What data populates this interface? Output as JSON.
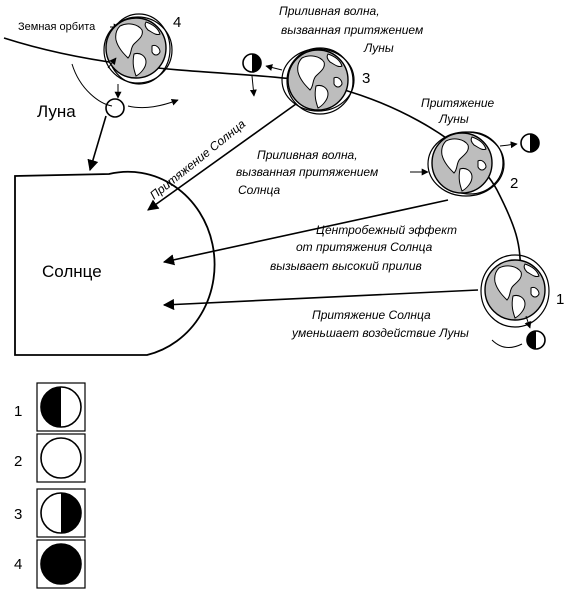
{
  "labels": {
    "earth_orbit": "Земная орбита",
    "moon": "Луна",
    "sun": "Солнце",
    "sun_pull": "Притяжение Солнца",
    "tide_moon": [
      "Приливная волна,",
      "вызванная притяжением",
      "Луны"
    ],
    "moon_pull": [
      "Притяжение",
      "Луны"
    ],
    "tide_sun": [
      "Приливная волна,",
      "вызванная притяжением",
      "Солнца"
    ],
    "centrifugal": [
      "Центробежный эффект",
      "от притяжения Солнца",
      "вызывает высокий прилив"
    ],
    "sun_reduces": [
      "Притяжение Солнца",
      "уменьшает воздействие Луны"
    ]
  },
  "positions": [
    "1",
    "2",
    "3",
    "4"
  ],
  "phases": [
    {
      "num": "1",
      "phase": "first-quarter"
    },
    {
      "num": "2",
      "phase": "full"
    },
    {
      "num": "3",
      "phase": "last-quarter"
    },
    {
      "num": "4",
      "phase": "new"
    }
  ]
}
